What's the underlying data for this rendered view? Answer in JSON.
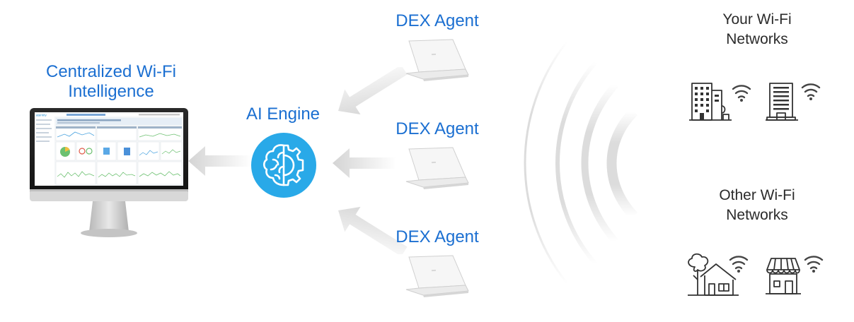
{
  "left": {
    "title_line1": "Centralized Wi-Fi",
    "title_line2": "Intelligence",
    "screen_logo": "aternity"
  },
  "engine": {
    "label": "AI Engine",
    "icon": "brain-gear-icon",
    "color": "#29a9e8"
  },
  "agents": [
    {
      "label": "DEX Agent"
    },
    {
      "label": "DEX Agent"
    },
    {
      "label": "DEX Agent"
    }
  ],
  "networks": {
    "yours_line1": "Your Wi-Fi",
    "yours_line2": "Networks",
    "other_line1": "Other Wi-Fi",
    "other_line2": "Networks"
  },
  "colors": {
    "label_blue": "#1b6fd1",
    "arrow_gray": "#d9d9d9",
    "signal_gray": "#dcdcdc"
  }
}
